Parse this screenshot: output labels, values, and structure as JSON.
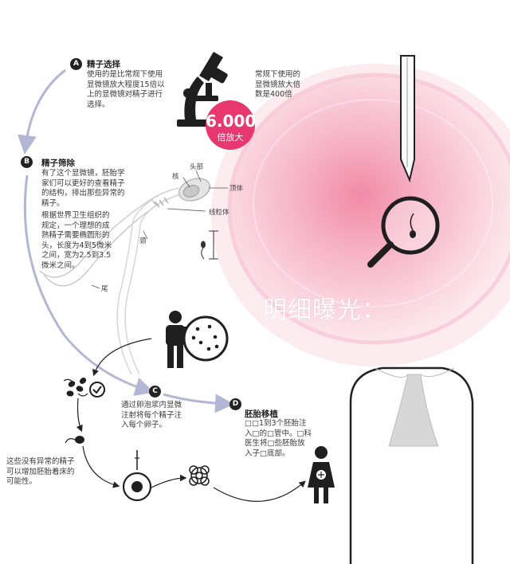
{
  "steps": {
    "a": {
      "badge": "A",
      "title": "精子选择",
      "lines": [
        "使用的是比常规下使用",
        "显微镜放大程度15倍以",
        "上的显微镜对精子进行",
        "选择。"
      ]
    },
    "b": {
      "badge": "B",
      "title": "精子筛除",
      "lines": [
        "有了这个显微镜，胚胎学",
        "家们可以更好的查看精子",
        "的结构，排出那些异常的",
        "精子。"
      ],
      "who_lines": [
        "根据世界卫生组织的",
        "规定，一个理想的成",
        "熟精子需要椭圆形的",
        "头，长度为4到5微米",
        "之间，宽为2.5到3.5",
        "微米之间。"
      ]
    },
    "c": {
      "badge": "C",
      "lines": [
        "通过卵泡浆内显微",
        "注射将每个精子注",
        "入每个卵子。"
      ]
    },
    "d": {
      "badge": "D",
      "title": "胚胎移植",
      "lines": [
        "□□1到3个胚胎注",
        "入□的□管中。□科",
        "医生将□些胚胎放",
        "入子□底部。"
      ]
    }
  },
  "magnification": {
    "value": "6.000",
    "unit": "倍放大",
    "normal_lines": [
      "常规下使用的",
      "显微镜放大倍",
      "数是400倍"
    ]
  },
  "sperm_labels": {
    "head": "头部",
    "nucleus": "核",
    "acrosome": "顶体",
    "mitochondria": "线粒体",
    "neck": "颈",
    "tail": "尾"
  },
  "bottom_note_lines": [
    "这些没有异常的精子",
    "可以增加胚胎着床的",
    "可能性。"
  ],
  "watermark": "明细曝光：",
  "colors": {
    "arrow": "#b3b6d4",
    "badge_pink": "#e8386f",
    "egg_pink": "#f6b8c8",
    "icon": "#1f1f1f"
  }
}
